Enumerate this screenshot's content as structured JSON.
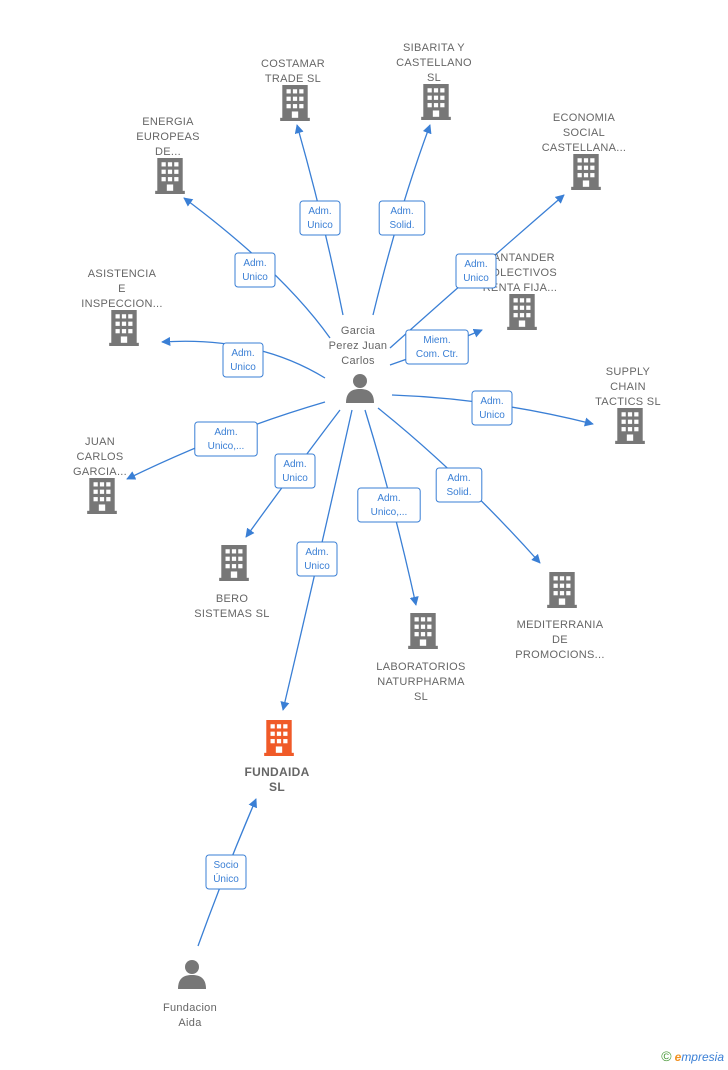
{
  "colors": {
    "edge": "#3a7fd5",
    "company": "#777777",
    "highlight": "#f05a28",
    "person": "#777777"
  },
  "nodes": [
    {
      "id": "garcia",
      "kind": "person",
      "lines": [
        "Garcia",
        "Perez Juan",
        "Carlos"
      ]
    },
    {
      "id": "fundacion",
      "kind": "person",
      "lines": [
        "Fundacion",
        "Aida"
      ]
    },
    {
      "id": "fundaida",
      "kind": "company",
      "highlight": true,
      "lines": [
        "FUNDAIDA",
        "SL"
      ]
    },
    {
      "id": "costamar",
      "kind": "company",
      "lines": [
        "COSTAMAR",
        "TRADE SL"
      ]
    },
    {
      "id": "sibarita",
      "kind": "company",
      "lines": [
        "SIBARITA Y",
        "CASTELLANO",
        "SL"
      ]
    },
    {
      "id": "energia",
      "kind": "company",
      "lines": [
        "ENERGIA",
        "EUROPEAS",
        "DE..."
      ]
    },
    {
      "id": "economia",
      "kind": "company",
      "lines": [
        "ECONOMIA",
        "SOCIAL",
        "CASTELLANA..."
      ]
    },
    {
      "id": "santander",
      "kind": "company",
      "lines": [
        "SANTANDER",
        "COLECTIVOS",
        "RENTA FIJA..."
      ]
    },
    {
      "id": "asistencia",
      "kind": "company",
      "lines": [
        "ASISTENCIA",
        "E",
        "INSPECCION..."
      ]
    },
    {
      "id": "supply",
      "kind": "company",
      "lines": [
        "SUPPLY",
        "CHAIN",
        "TACTICS  SL"
      ]
    },
    {
      "id": "juan",
      "kind": "company",
      "lines": [
        "JUAN",
        "CARLOS",
        "GARCIA..."
      ]
    },
    {
      "id": "bero",
      "kind": "company",
      "lines": [
        "BERO",
        "SISTEMAS SL"
      ]
    },
    {
      "id": "laboratorios",
      "kind": "company",
      "lines": [
        "LABORATORIOS",
        "NATURPHARMA",
        "SL"
      ]
    },
    {
      "id": "mediterrania",
      "kind": "company",
      "lines": [
        "MEDITERRANIA",
        "DE",
        "PROMOCIONS..."
      ]
    }
  ],
  "edges": [
    {
      "id": "e-costamar",
      "lines": [
        "Adm.",
        "Unico"
      ]
    },
    {
      "id": "e-sibarita",
      "lines": [
        "Adm.",
        "Solid."
      ]
    },
    {
      "id": "e-energia",
      "lines": [
        "Adm.",
        "Unico"
      ]
    },
    {
      "id": "e-economia",
      "lines": [
        "Adm.",
        "Unico"
      ]
    },
    {
      "id": "e-santander",
      "lines": [
        "Miem.",
        "Com. Ctr."
      ]
    },
    {
      "id": "e-asistencia",
      "lines": [
        "Adm.",
        "Unico"
      ]
    },
    {
      "id": "e-supply",
      "lines": [
        "Adm.",
        "Unico"
      ]
    },
    {
      "id": "e-juan",
      "lines": [
        "Adm.",
        "Unico,..."
      ]
    },
    {
      "id": "e-bero",
      "lines": [
        "Adm.",
        "Unico"
      ]
    },
    {
      "id": "e-fundaida",
      "lines": [
        "Adm.",
        "Unico"
      ]
    },
    {
      "id": "e-laboratorios",
      "lines": [
        "Adm.",
        "Unico,..."
      ]
    },
    {
      "id": "e-mediterrania",
      "lines": [
        "Adm.",
        "Solid."
      ]
    },
    {
      "id": "e-fundacion",
      "lines": [
        "Socio",
        "Único"
      ]
    }
  ],
  "brand": {
    "copyright": "©",
    "initial": "e",
    "name": "mpresia"
  }
}
